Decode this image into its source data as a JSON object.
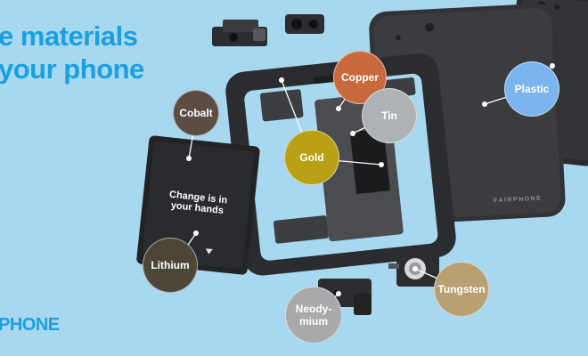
{
  "headline": {
    "line1": "e materials",
    "line2": "your phone"
  },
  "brand": "PHONE",
  "battery_text": "Change is in your hands",
  "back_cover_mark": "FAIRPHONE",
  "materials": [
    {
      "key": "cobalt",
      "label": "Cobalt",
      "color": "#5b4d43"
    },
    {
      "key": "copper",
      "label": "Copper",
      "color": "#c96a3e"
    },
    {
      "key": "tin",
      "label": "Tin",
      "color": "#b0b3b6"
    },
    {
      "key": "gold",
      "label": "Gold",
      "color": "#b9a014"
    },
    {
      "key": "plastic",
      "label": "Plastic",
      "color": "#7bb4ee"
    },
    {
      "key": "lithium",
      "label": "Lithium",
      "color": "#4b4638"
    },
    {
      "key": "neodymium",
      "label": "Neody-\nmium",
      "color": "#a8a9ab"
    },
    {
      "key": "tungsten",
      "label": "Tungsten",
      "color": "#b8a073"
    }
  ]
}
